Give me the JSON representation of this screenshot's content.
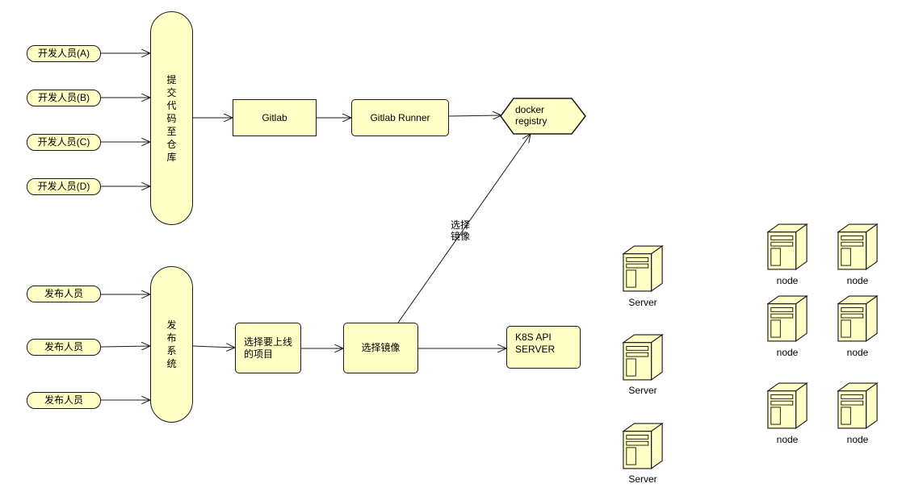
{
  "developers": [
    "开发人员(A)",
    "开发人员(B)",
    "开发人员(C)",
    "开发人员(D)"
  ],
  "commit_node": "提交代码至仓库",
  "gitlab": "Gitlab",
  "gitlab_runner": "Gitlab Runner",
  "docker_registry": [
    "docker",
    "registry"
  ],
  "publishers": [
    "发布人员",
    "发布人员",
    "发布人员"
  ],
  "release_system": "发布系统",
  "select_project": [
    "选择要上线",
    "的项目"
  ],
  "select_image": "选择镜像",
  "k8s_api": [
    "K8S API",
    "SERVER"
  ],
  "edge_label_select_image": [
    "选择",
    "镜像"
  ],
  "servers": [
    "Server",
    "Server",
    "Server"
  ],
  "nodes": [
    "node",
    "node",
    "node",
    "node",
    "node",
    "node"
  ],
  "colors": {
    "fill": "#ffffc6",
    "stroke": "#1a1a1a"
  }
}
